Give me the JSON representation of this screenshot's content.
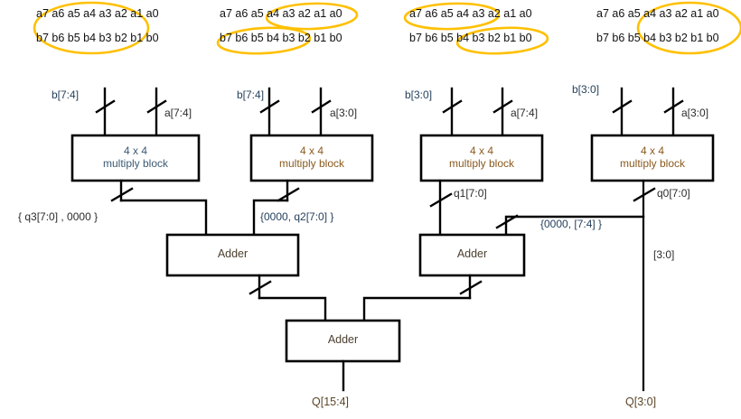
{
  "diagram": {
    "title": "8x8 multiplier built from four 4x4 multiply blocks and three adders",
    "colors": {
      "ellipse": "#FFC000",
      "wire": "#000000",
      "block_border": "#000000",
      "label_brown": "#6b4a20",
      "label_blue": "#26415c"
    },
    "bit_groups": [
      {
        "id": "group-1",
        "a_bits": "a7 a6 a5 a4 a3 a2 a1 a0",
        "b_bits": "b7 b6 b5 b4 b3 b2 b1 b0",
        "highlight_note": "one ellipse around a7-a4 and b7-b4"
      },
      {
        "id": "group-2",
        "a_bits": "a7 a6 a5 a4 a3 a2 a1 a0",
        "b_bits": "b7 b6 b5 b4 b3 b2 b1 b0",
        "highlight_note": "ellipse around a3-a0 and ellipse around b7-b4"
      },
      {
        "id": "group-3",
        "a_bits": "a7 a6 a5 a4 a3 a2 a1 a0",
        "b_bits": "b7 b6 b5 b4 b3 b2 b1 b0",
        "highlight_note": "ellipse around a7-a4 and ellipse around b3-b0"
      },
      {
        "id": "group-4",
        "a_bits": "a7 a6 a5 a4 a3 a2 a1 a0",
        "b_bits": "b7 b6 b5 b4 b3 b2 b1 b0",
        "highlight_note": "one ellipse around a3-a0 and b3-b0"
      }
    ],
    "multiply_blocks": [
      {
        "id": "mul-3",
        "line1": "4 x 4",
        "line2": "multiply block",
        "input_left": "b[7:4]",
        "input_right": "a[7:4]",
        "output": ""
      },
      {
        "id": "mul-2",
        "line1": "4 x 4",
        "line2": "multiply block",
        "input_left": "b[7:4]",
        "input_right": "a[3:0]",
        "output": ""
      },
      {
        "id": "mul-1",
        "line1": "4 x 4",
        "line2": "multiply block",
        "input_left": "b[3:0]",
        "input_right": "a[7:4]",
        "output": "q1[7:0]"
      },
      {
        "id": "mul-0",
        "line1": "4 x 4",
        "line2": "multiply block",
        "input_left": "b[3:0]",
        "input_right": "a[3:0]",
        "output": "q0[7:0]"
      }
    ],
    "adders": [
      {
        "id": "adder-left",
        "label": "Adder"
      },
      {
        "id": "adder-right",
        "label": "Adder"
      },
      {
        "id": "adder-bottom",
        "label": "Adder"
      }
    ],
    "bus_labels": {
      "left_adder_in_a": "{ q3[7:0] , 0000 }",
      "left_adder_in_b": "{0000, q2[7:0] }",
      "right_adder_in_a": "q1[7:0]",
      "right_adder_in_b": "{0000, [7:4] }",
      "q0_tap": "q0[7:0]",
      "low_nibble": "[3:0]"
    },
    "outputs": {
      "main": "Q[15:4]",
      "low": "Q[3:0]"
    }
  }
}
